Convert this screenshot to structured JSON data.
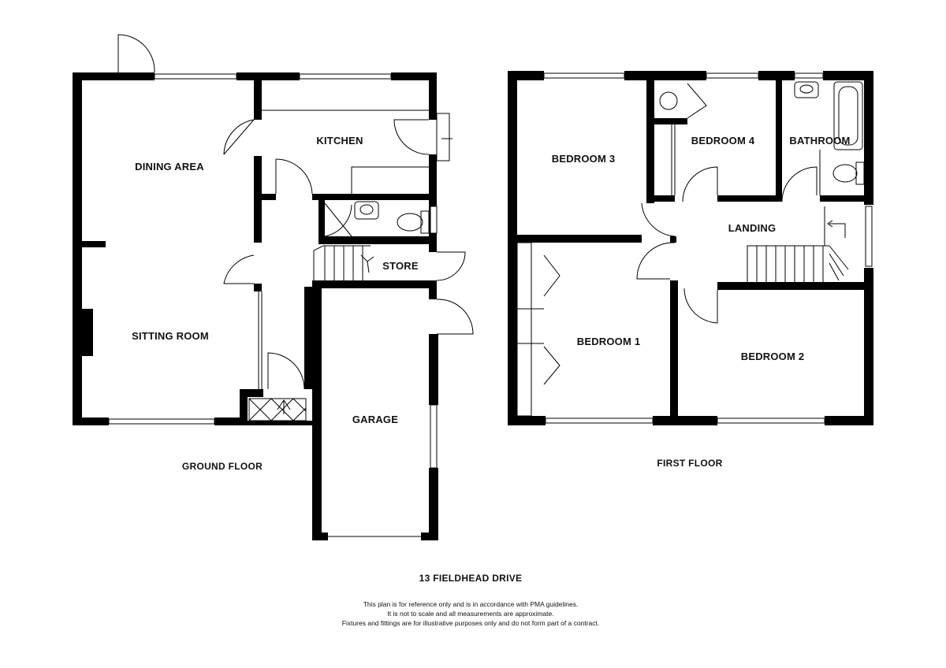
{
  "rooms": {
    "dining_area": "DINING AREA",
    "kitchen": "KITCHEN",
    "sitting_room": "SITTING ROOM",
    "store": "STORE",
    "garage": "GARAGE",
    "bedroom_3": "BEDROOM 3",
    "bedroom_4": "BEDROOM 4",
    "bathroom": "BATHROOM",
    "landing": "LANDING",
    "bedroom_1": "BEDROOM 1",
    "bedroom_2": "BEDROOM 2"
  },
  "floors": {
    "ground": "GROUND FLOOR",
    "first": "FIRST FLOOR"
  },
  "property": {
    "address": "13 FIELDHEAD DRIVE"
  },
  "disclaimer": {
    "line1": "This plan is for reference only and is in accordance with PMA guidelines.",
    "line2": "It is not to scale and all measurements are approximate.",
    "line3": "Fixtures and fittings are for illustrative purposes only and do not form part of a contract."
  },
  "colors": {
    "wall": "#000000",
    "background": "#ffffff"
  }
}
